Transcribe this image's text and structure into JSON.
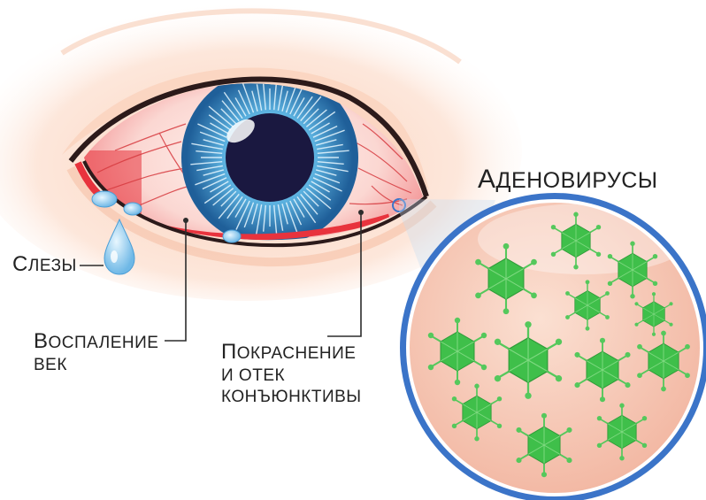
{
  "labels": {
    "title": {
      "first": "А",
      "rest": "деновирусы"
    },
    "tears": {
      "first": "С",
      "rest": "лезы"
    },
    "eyelid": {
      "line1_first": "В",
      "line1_rest": "оспаление",
      "line2": "век"
    },
    "redness": {
      "line1_first": "П",
      "line1_rest": "окраснение",
      "line2": "и отек",
      "line3": "конъюнктивы"
    }
  },
  "colors": {
    "sclera_red": "#e8333d",
    "iris_blue": "#4a9bd1",
    "pupil": "#1a1840",
    "virus_green": "#3fbf4a",
    "magnifier_ring": "#3b74c8",
    "magnifier_fill": "#f6cbb8",
    "tear_blue": "#6fb8e6"
  },
  "icons": {
    "virus": "icosahedral-virus-icon",
    "tear": "tear-drop-icon",
    "eye": "eye-illustration"
  }
}
